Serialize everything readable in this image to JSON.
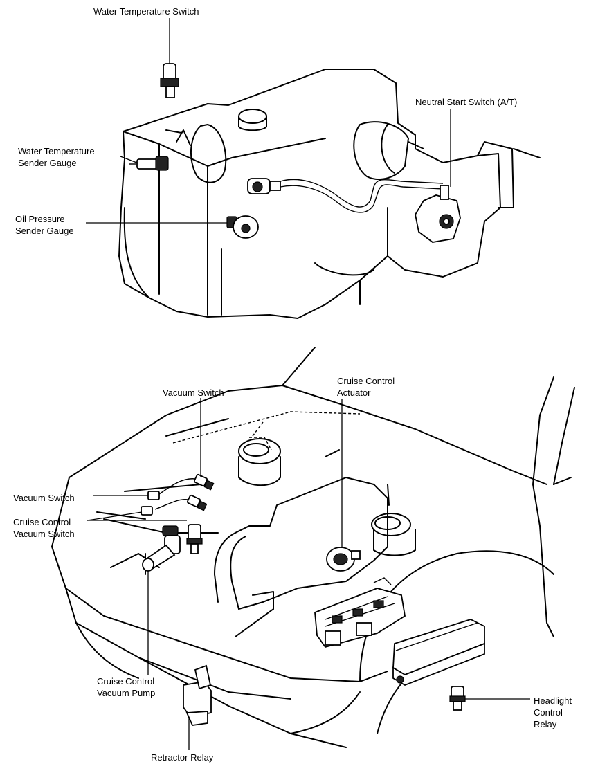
{
  "labels": {
    "water_temp_switch": "Water Temperature Switch",
    "water_temp_sender": "Water Temperature\nSender Gauge",
    "oil_pressure_sender": "Oil Pressure\nSender Gauge",
    "neutral_start_switch": "Neutral Start Switch (A/T)",
    "vacuum_switch_top": "Vacuum Switch",
    "cruise_control_actuator": "Cruise Control\nActuator",
    "vacuum_switch_left": "Vacuum Switch",
    "cruise_control_vacuum_switch": "Cruise Control\nVacuum Switch",
    "cruise_control_vacuum_pump": "Cruise Control\nVacuum Pump",
    "headlight_control_relay": "Headlight\nControl\nRelay",
    "retractor_relay": "Retractor Relay"
  }
}
